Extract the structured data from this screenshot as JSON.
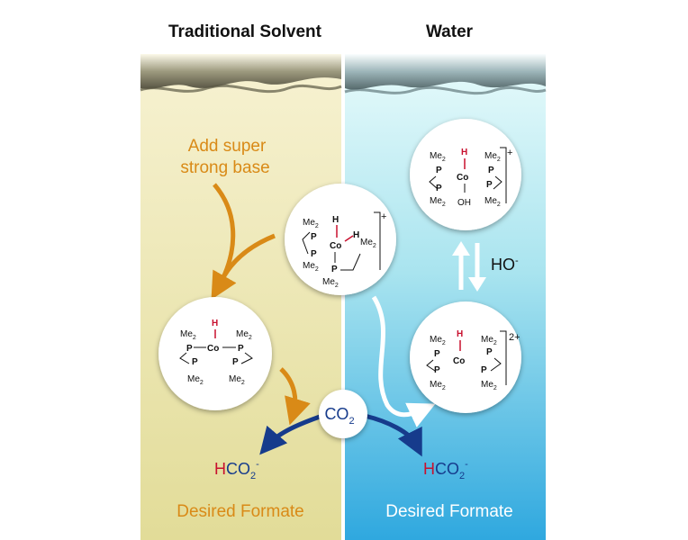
{
  "headers": {
    "left": "Traditional Solvent",
    "right": "Water"
  },
  "left_panel": {
    "add_base_line1": "Add super",
    "add_base_line2": "strong base",
    "product_h": "H",
    "product_co2": "CO",
    "product_sub": "2",
    "product_sup": "-",
    "desired": "Desired Formate"
  },
  "right_panel": {
    "ho_label": "HO",
    "ho_sup": "-",
    "product_h": "H",
    "product_co2": "CO",
    "product_sub": "2",
    "product_sup": "-",
    "desired": "Desired Formate"
  },
  "co2_circle": {
    "label": "CO",
    "sub": "2"
  },
  "molecule_center": {
    "me2": "Me",
    "me2_sub": "2",
    "p": "P",
    "co": "Co",
    "h": "H",
    "charge": "+"
  },
  "molecule_left": {
    "charge": ""
  },
  "molecule_right_top": {
    "oh": "OH",
    "charge": "+"
  },
  "molecule_right_bottom": {
    "charge": "2+"
  },
  "colors": {
    "left_bg_top": "#f6f0c8",
    "left_bg_bottom": "#e3dd98",
    "right_bg_top": "#e3f8fa",
    "right_bg_bottom": "#3fb0e0",
    "orange": "#d98a17",
    "navy": "#163b8c",
    "red_h": "#c8102e"
  }
}
